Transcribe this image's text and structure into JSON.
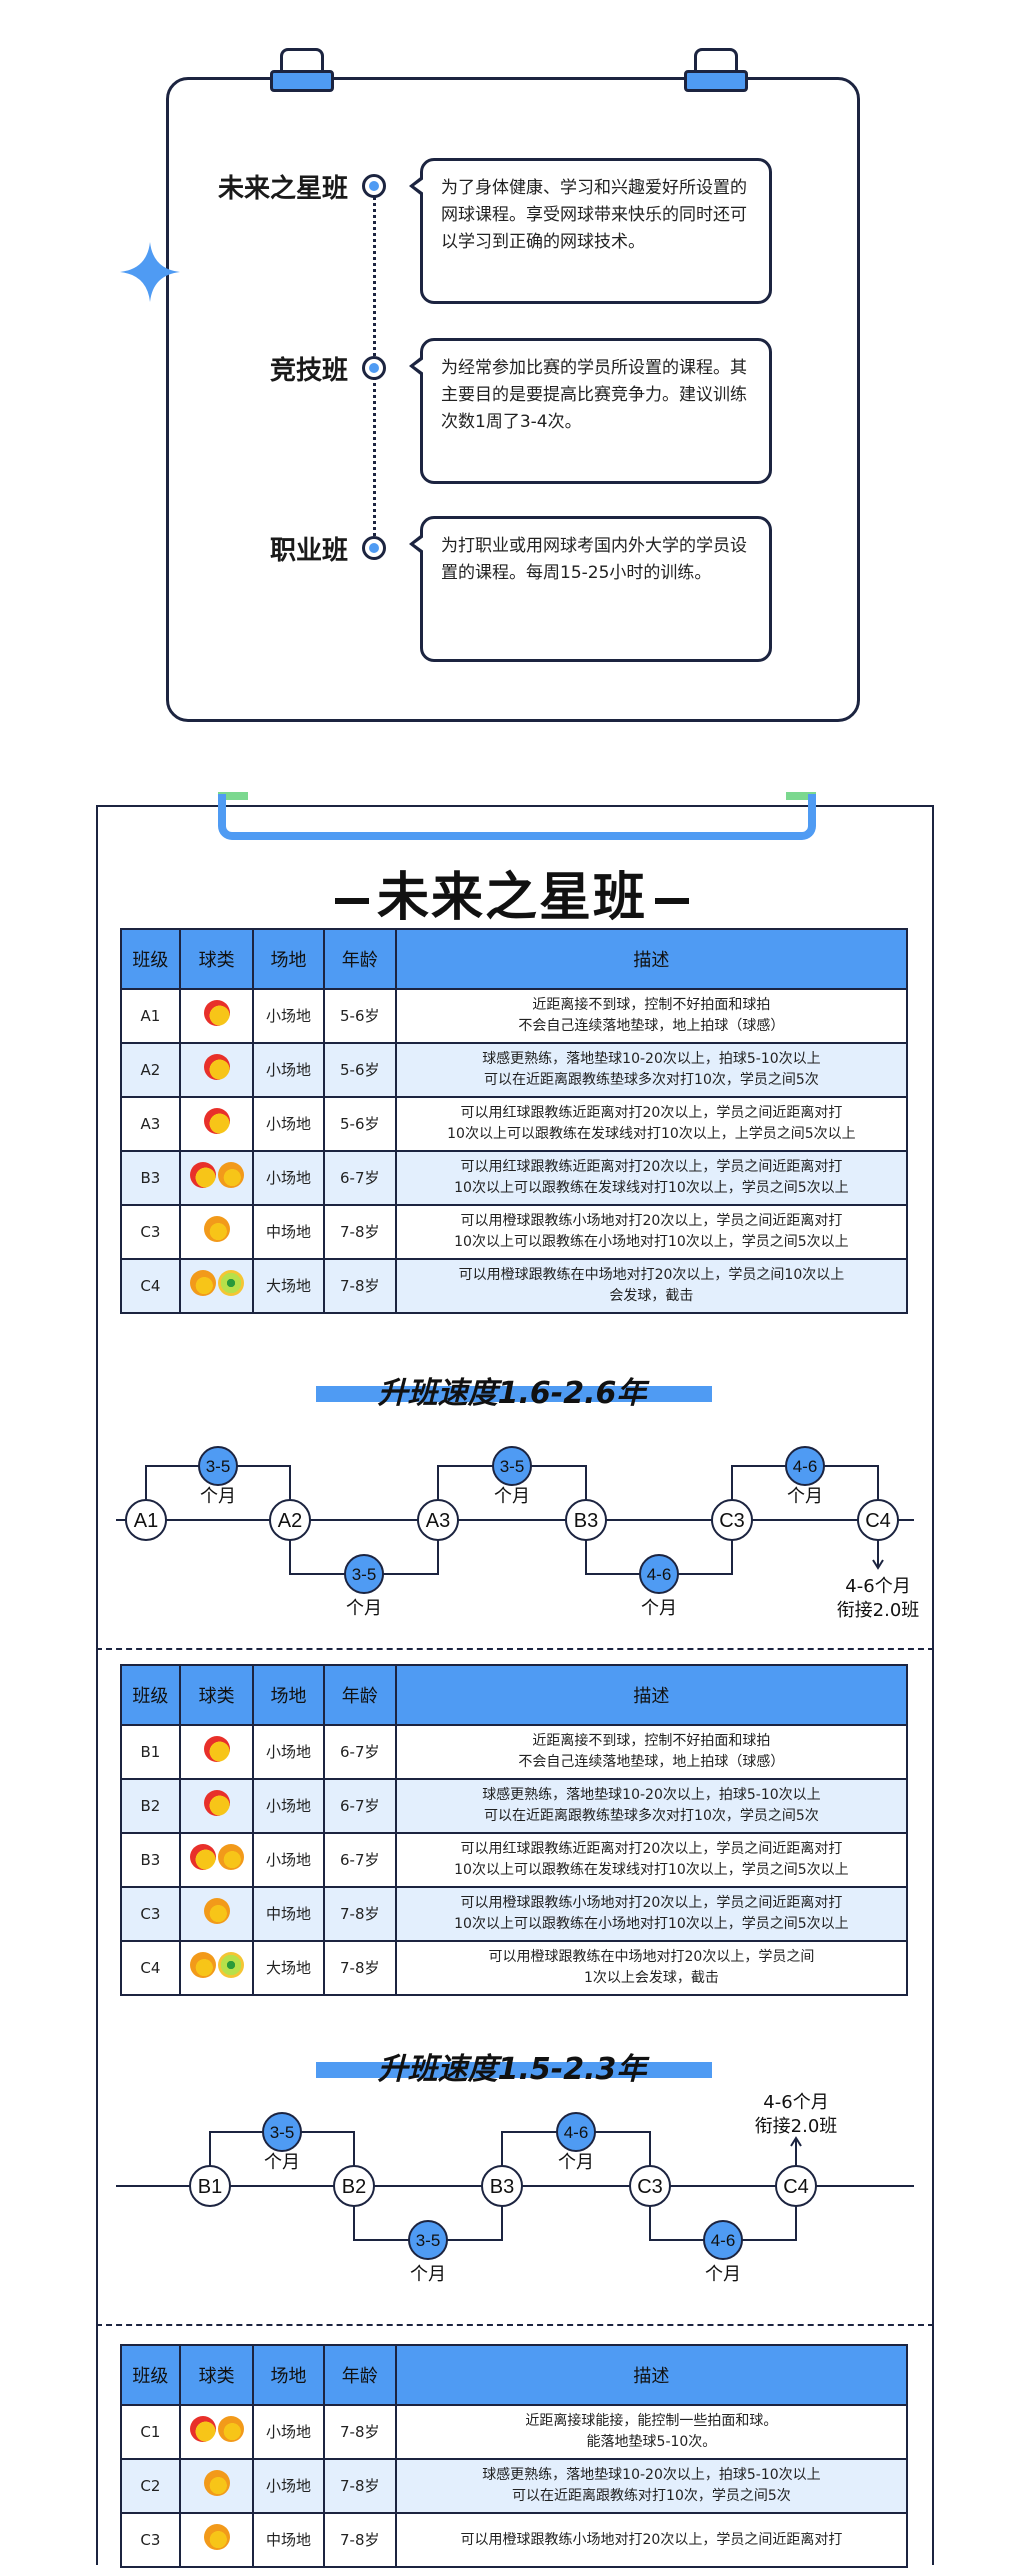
{
  "classes": [
    {
      "name": "未来之星班",
      "desc": "为了身体健康、学习和兴趣爱好所设置的网球课程。享受网球带来快乐的同时还可以学习到正确的网球技术。"
    },
    {
      "name": "竞技班",
      "desc": "为经常参加比赛的学员所设置的课程。其主要目的是要提高比赛竞争力。建议训练次数1周了3-4次。"
    },
    {
      "name": "职业班",
      "desc": "为打职业或用网球考国内外大学的学员设置的课程。每周15-25小时的训练。"
    }
  ],
  "main_title": "未来之星班",
  "table_headers": [
    "班级",
    "球类",
    "场地",
    "年龄",
    "描述"
  ],
  "table1": [
    {
      "level": "A1",
      "balls": [
        "red"
      ],
      "field": "小场地",
      "age": "5-6岁",
      "desc1": "近距离接不到球，控制不好拍面和球拍",
      "desc2": "不会自己连续落地垫球，地上拍球（球感）"
    },
    {
      "level": "A2",
      "balls": [
        "red"
      ],
      "field": "小场地",
      "age": "5-6岁",
      "desc1": "球感更熟练，落地垫球10-20次以上，拍球5-10次以上",
      "desc2": "可以在近距离跟教练垫球多次对打10次，学员之间5次"
    },
    {
      "level": "A3",
      "balls": [
        "red"
      ],
      "field": "小场地",
      "age": "5-6岁",
      "desc1": "可以用红球跟教练近距离对打20次以上，学员之间近距离对打",
      "desc2": "10次以上可以跟教练在发球线对打10次以上，上学员之间5次以上"
    },
    {
      "level": "B3",
      "balls": [
        "red",
        "orange"
      ],
      "field": "小场地",
      "age": "6-7岁",
      "desc1": "可以用红球跟教练近距离对打20次以上，学员之间近距离对打",
      "desc2": "10次以上可以跟教练在发球线对打10次以上，学员之间5次以上"
    },
    {
      "level": "C3",
      "balls": [
        "orange"
      ],
      "field": "中场地",
      "age": "7-8岁",
      "desc1": "可以用橙球跟教练小场地对打20次以上，学员之间近距离对打",
      "desc2": "10次以上可以跟教练在小场地对打10次以上，学员之间5次以上"
    },
    {
      "level": "C4",
      "balls": [
        "orange",
        "green"
      ],
      "field": "大场地",
      "age": "7-8岁",
      "desc1": "可以用橙球跟教练在中场地对打20次以上，学员之间10次以上",
      "desc2": "会发球，截击"
    }
  ],
  "speed1": "升班速度1.6-2.6年",
  "flow1": {
    "nodes": [
      "A1",
      "A2",
      "A3",
      "B3",
      "C3",
      "C4"
    ],
    "top_badges": [
      "3-5",
      "3-5",
      "4-6"
    ],
    "bottom_badges": [
      "3-5",
      "4-6"
    ],
    "unit": "个月",
    "end_note1": "4-6个月",
    "end_note2": "衔接2.0班"
  },
  "table2": [
    {
      "level": "B1",
      "balls": [
        "red"
      ],
      "field": "小场地",
      "age": "6-7岁",
      "desc1": "近距离接不到球，控制不好拍面和球拍",
      "desc2": "不会自己连续落地垫球，地上拍球（球感）"
    },
    {
      "level": "B2",
      "balls": [
        "red"
      ],
      "field": "小场地",
      "age": "6-7岁",
      "desc1": "球感更熟练，落地垫球10-20次以上，拍球5-10次以上",
      "desc2": "可以在近距离跟教练垫球多次对打10次，学员之间5次"
    },
    {
      "level": "B3",
      "balls": [
        "red",
        "orange"
      ],
      "field": "小场地",
      "age": "6-7岁",
      "desc1": "可以用红球跟教练近距离对打20次以上，学员之间近距离对打",
      "desc2": "10次以上可以跟教练在发球线对打10次以上，学员之间5次以上"
    },
    {
      "level": "C3",
      "balls": [
        "orange"
      ],
      "field": "中场地",
      "age": "7-8岁",
      "desc1": "可以用橙球跟教练小场地对打20次以上，学员之间近距离对打",
      "desc2": "10次以上可以跟教练在小场地对打10次以上，学员之间5次以上"
    },
    {
      "level": "C4",
      "balls": [
        "orange",
        "green"
      ],
      "field": "大场地",
      "age": "7-8岁",
      "desc1": "可以用橙球跟教练在中场地对打20次以上，学员之间",
      "desc2": "1次以上会发球，截击"
    }
  ],
  "speed2": "升班速度1.5-2.3年",
  "flow2": {
    "nodes": [
      "B1",
      "B2",
      "B3",
      "C3",
      "C4"
    ],
    "top_badges": [
      "3-5",
      "4-6"
    ],
    "bottom_badges": [
      "3-5",
      "4-6"
    ],
    "unit": "个月",
    "end_note1": "4-6个月",
    "end_note2": "衔接2.0班"
  },
  "table3": [
    {
      "level": "C1",
      "balls": [
        "red",
        "orange"
      ],
      "field": "小场地",
      "age": "7-8岁",
      "desc1": "近距离接球能接，能控制一些拍面和球。",
      "desc2": "能落地垫球5-10次。"
    },
    {
      "level": "C2",
      "balls": [
        "orange"
      ],
      "field": "小场地",
      "age": "7-8岁",
      "desc1": "球感更熟练，落地垫球10-20次以上，拍球5-10次以上",
      "desc2": "可以在近距离跟教练对打10次，学员之间5次"
    },
    {
      "level": "C3",
      "balls": [
        "orange"
      ],
      "field": "中场地",
      "age": "7-8岁",
      "desc1": "可以用橙球跟教练小场地对打20次以上，学员之间近距离对打",
      "desc2": ""
    }
  ],
  "colors": {
    "accent": "#4f9bf3",
    "light_row": "#e3effd",
    "outline": "#1c2440"
  }
}
